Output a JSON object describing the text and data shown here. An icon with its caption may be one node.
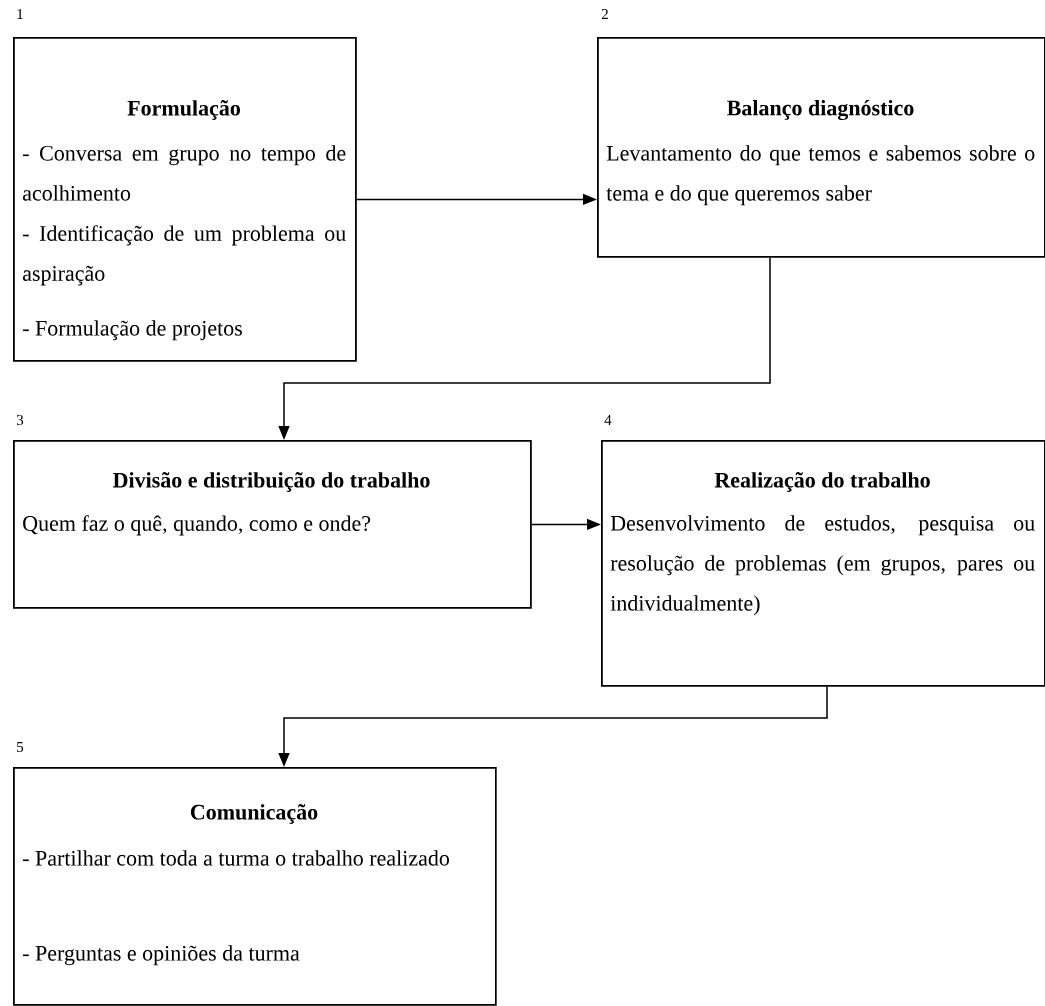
{
  "diagram": {
    "nodes": [
      {
        "text": [
          "Formulação",
          "- Conversa em grupo no tempo de acolhimento",
          "- Identificação de um problema ou aspiração",
          "- Formulação de projetos"
        ],
        "beside": [
          "1"
        ]
      },
      {
        "text": [
          "Balanço diagnóstico",
          "Levantamento do que temos e sabemos sobre o tema e do que queremos saber"
        ],
        "beside": [
          "2"
        ]
      },
      {
        "text": [
          "Divisão e distribuição do trabalho",
          "Quem faz o quê, quando, como e onde?"
        ],
        "beside": [
          "3"
        ]
      },
      {
        "text": [
          "Realização do trabalho",
          "Desenvolvimento de estudos, pesquisa ou resolução de problemas (em grupos, pares ou individualmente)"
        ],
        "beside": [
          "4"
        ]
      },
      {
        "text": [
          "Comunicação",
          "- Partilhar com toda a turma o trabalho realizado",
          "- Perguntas e opiniões da turma"
        ],
        "beside": [
          "5"
        ]
      }
    ],
    "edges": [
      {
        "from": 0,
        "to": 1,
        "arrow": "to"
      },
      {
        "from": 1,
        "to": 2,
        "arrow": "to"
      },
      {
        "from": 2,
        "to": 3,
        "arrow": "to"
      },
      {
        "from": 3,
        "to": 4,
        "arrow": "to"
      }
    ]
  }
}
